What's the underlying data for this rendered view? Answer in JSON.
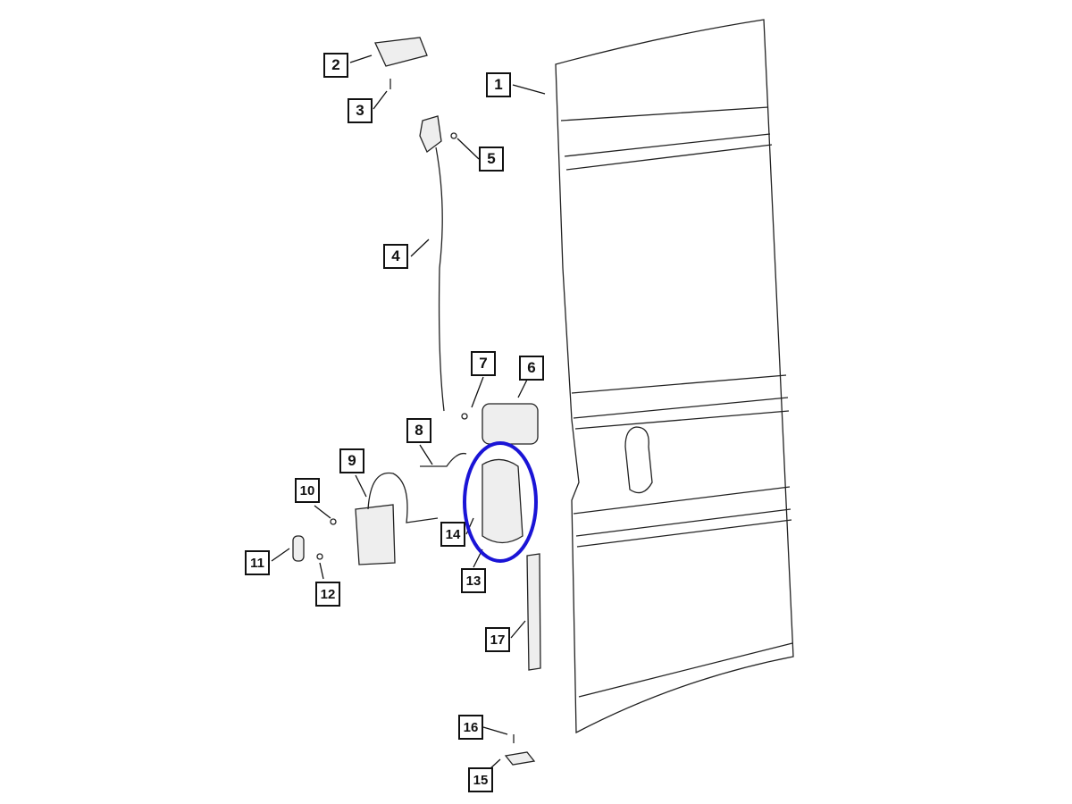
{
  "diagram": {
    "callouts": [
      "1",
      "2",
      "3",
      "4",
      "5",
      "6",
      "7",
      "8",
      "9",
      "10",
      "11",
      "12",
      "13",
      "14",
      "15",
      "16",
      "17"
    ],
    "highlight_color": "#1a14d6",
    "line_color": "#111111"
  }
}
